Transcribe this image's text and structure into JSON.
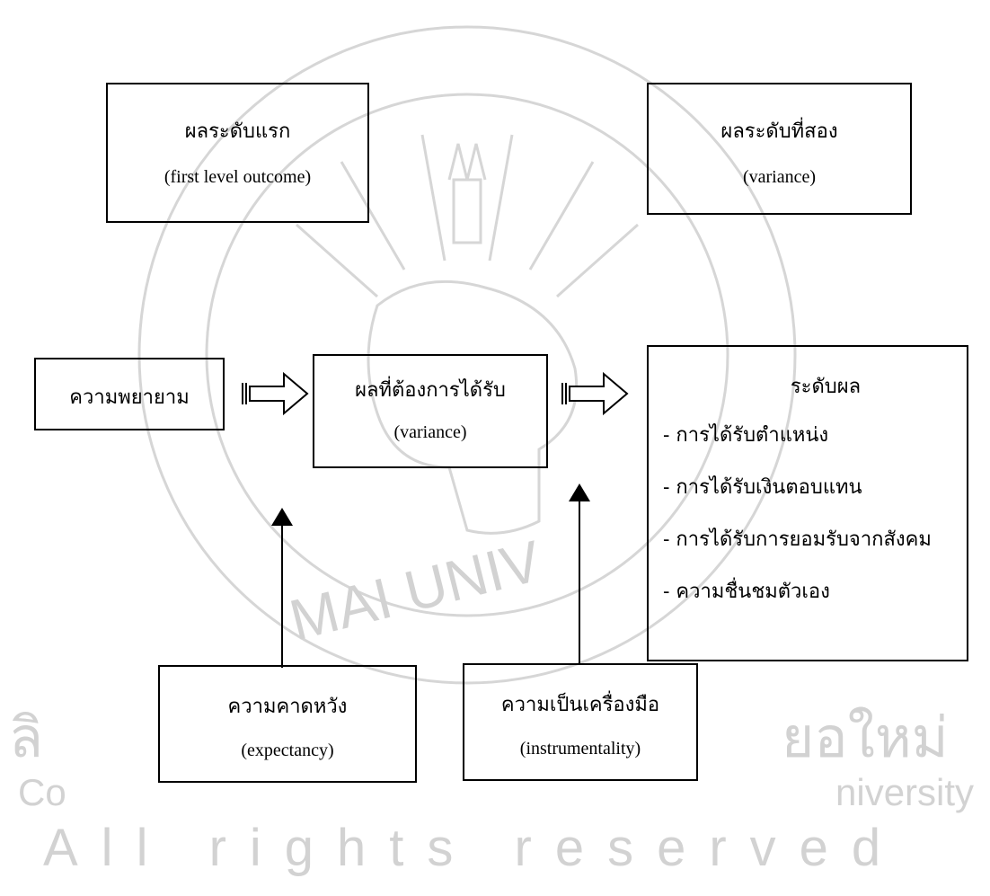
{
  "boxes": {
    "first_level": {
      "title": "ผลระดับแรก",
      "subtitle": "(first level outcome)"
    },
    "second_level": {
      "title": "ผลระดับที่สอง",
      "subtitle": "(variance)"
    },
    "effort": {
      "title": "ความพยายาม"
    },
    "desired_outcome": {
      "title": "ผลที่ต้องการได้รับ",
      "subtitle": "(variance)"
    },
    "outcome_levels": {
      "title": "ระดับผล",
      "items": [
        "- การได้รับตำแหน่ง",
        "- การได้รับเงินตอบแทน",
        "- การได้รับการยอมรับจากสังคม",
        "- ความชื่นชมตัวเอง"
      ]
    },
    "expectancy": {
      "title": "ความคาดหวัง",
      "subtitle": "(expectancy)"
    },
    "instrumentality": {
      "title": "ความเป็นเครื่องมือ",
      "subtitle": "(instrumentality)"
    }
  },
  "watermark": {
    "copyright_prefix": "Co",
    "copyright_suffix": "niversity",
    "thai_fragment_left": "ลิ",
    "thai_fragment_right": "ยอใหม่",
    "arc_text": "MAI UNIV",
    "rights": "All rights reserved"
  },
  "colors": {
    "line": "#000000",
    "watermark": "#d2d2d2",
    "background": "#ffffff"
  }
}
